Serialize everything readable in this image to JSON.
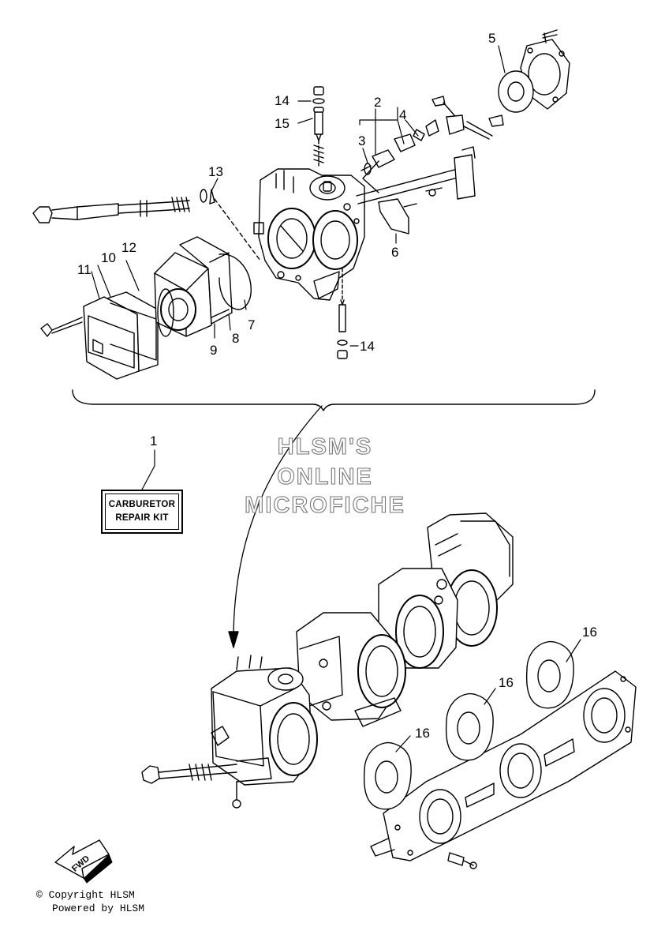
{
  "watermark": {
    "line1": "HLSM'S",
    "line2": "ONLINE",
    "line3": "MICROFICHE"
  },
  "kit_label": {
    "line1": "CARBURETOR",
    "line2": "REPAIR KIT"
  },
  "callouts": {
    "c1": "1",
    "c2": "2",
    "c3": "3",
    "c4": "4",
    "c5": "5",
    "c6": "6",
    "c7": "7",
    "c8": "8",
    "c9": "9",
    "c10": "10",
    "c11": "11",
    "c12": "12",
    "c13": "13",
    "c14a": "14",
    "c14b": "14",
    "c15": "15",
    "c16a": "16",
    "c16b": "16",
    "c16c": "16"
  },
  "fwd_label": "FWD",
  "footer": {
    "copyright": "© Copyright HLSM",
    "powered": "Powered by HLSM"
  },
  "colors": {
    "line": "#000000",
    "watermark_outline": "#777777"
  }
}
